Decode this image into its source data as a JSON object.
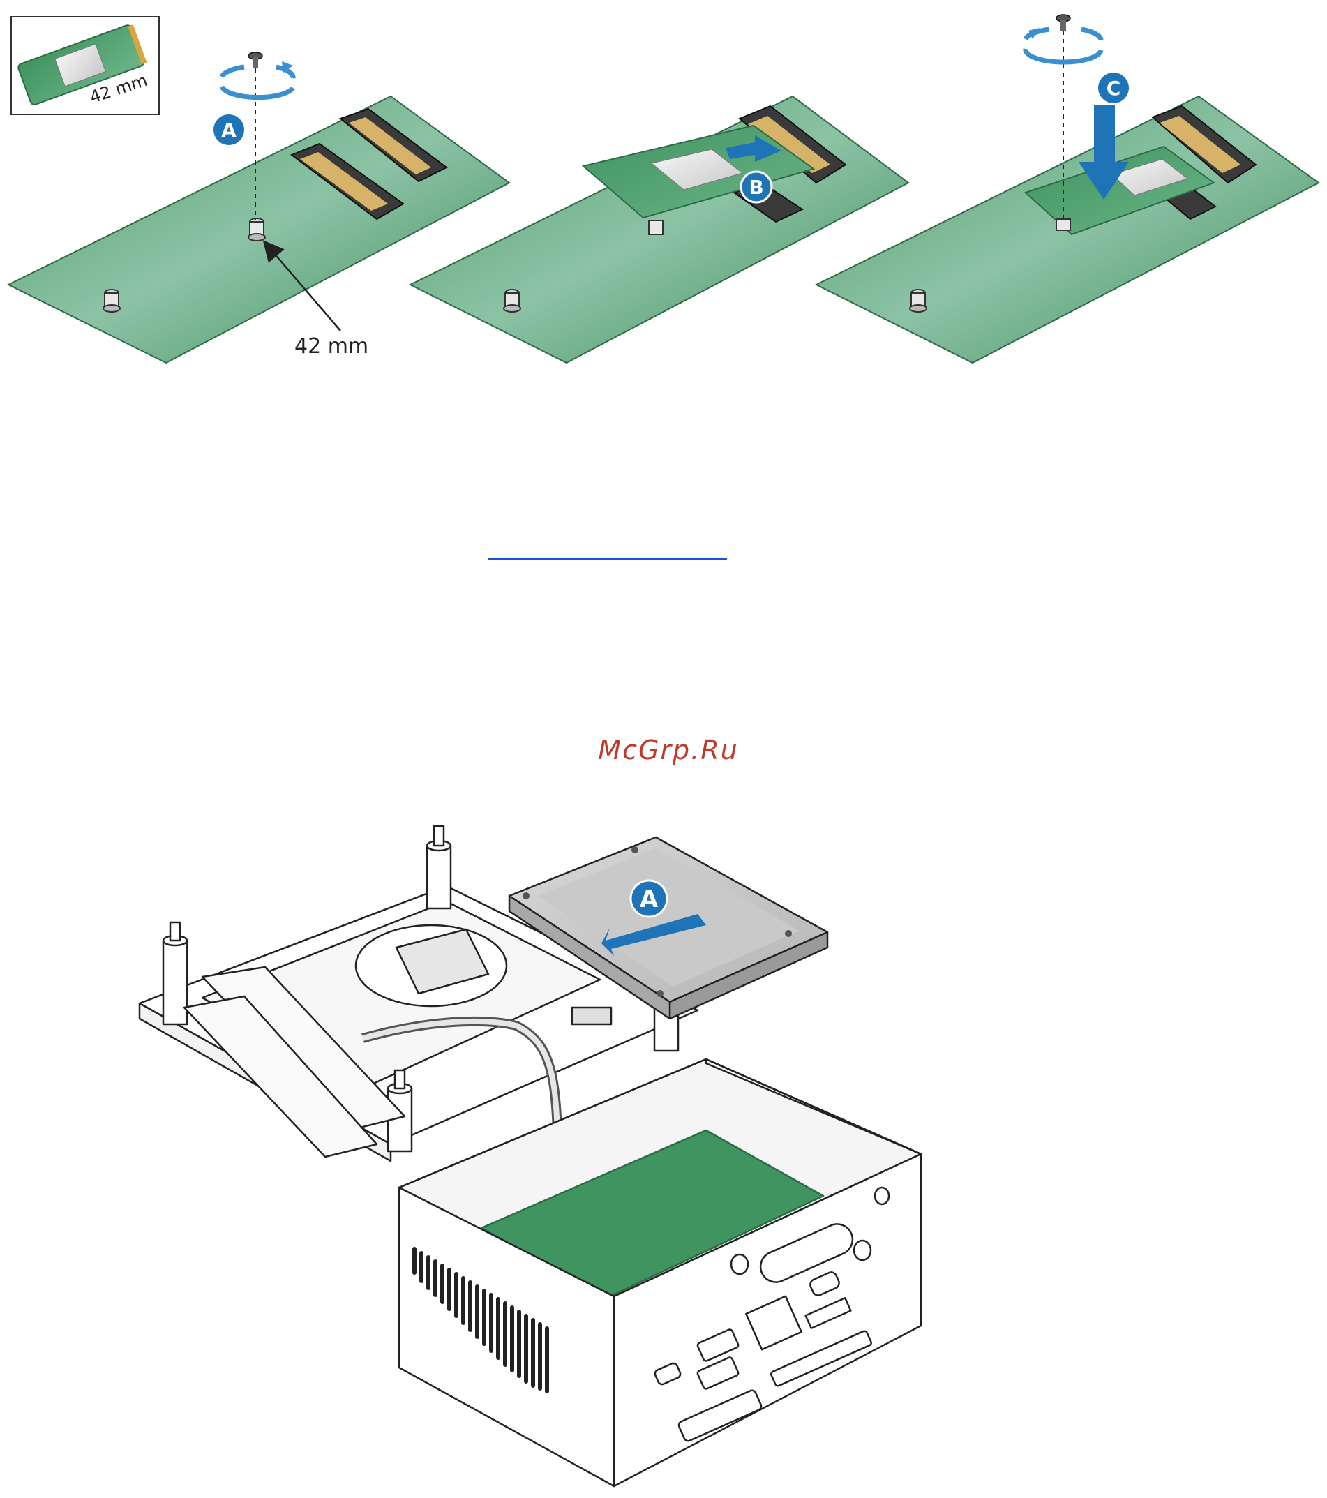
{
  "top_figure": {
    "inset_card_size": "42 mm",
    "standoff_callout": "42 mm",
    "steps": [
      {
        "label": "A"
      },
      {
        "label": "B"
      },
      {
        "label": "C"
      }
    ]
  },
  "watermark": "McGrp.Ru",
  "bottom_figure": {
    "step_label": "A"
  },
  "colors": {
    "board_green": "#6fae8c",
    "board_dark": "#3f8a5f",
    "step_blue": "#1f73b7",
    "watermark_red": "#c0392b",
    "link_blue": "#1a4fe0"
  }
}
